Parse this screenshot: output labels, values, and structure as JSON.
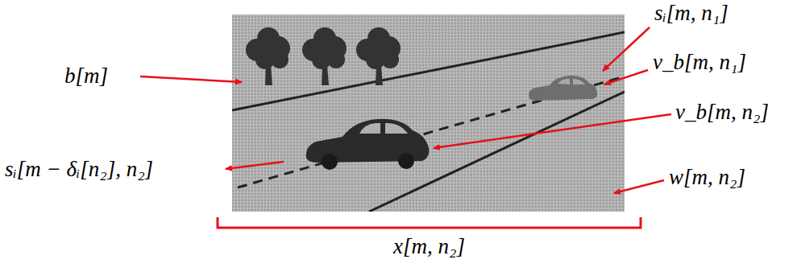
{
  "diagram": {
    "labels": [
      "sᵢ[m, n₁]",
      "b[m]",
      "v_b[m, n₁]",
      "v_b[m, n₂]",
      "sᵢ[m − δᵢ[n₂], n₂]",
      "w[m, n₂]",
      "x[m, n₂]"
    ]
  }
}
